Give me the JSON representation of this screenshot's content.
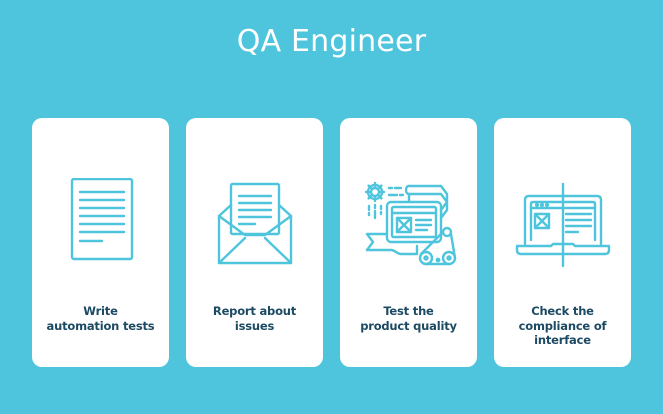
{
  "header": {
    "title": "QA Engineer"
  },
  "colors": {
    "background": "#4ec5dd",
    "card": "#ffffff",
    "icon": "#4ec5dd",
    "label": "#1d4a63"
  },
  "cards": [
    {
      "icon": "document-icon",
      "label_line1": "Write",
      "label_line2": "automation tests",
      "label_line3": ""
    },
    {
      "icon": "envelope-letter-icon",
      "label_line1": "Report about",
      "label_line2": "issues",
      "label_line3": ""
    },
    {
      "icon": "product-quality-icon",
      "label_line1": "Test the",
      "label_line2": "product quality",
      "label_line3": ""
    },
    {
      "icon": "laptop-compare-icon",
      "label_line1": "Check the",
      "label_line2": "compliance of",
      "label_line3": "interface"
    }
  ]
}
